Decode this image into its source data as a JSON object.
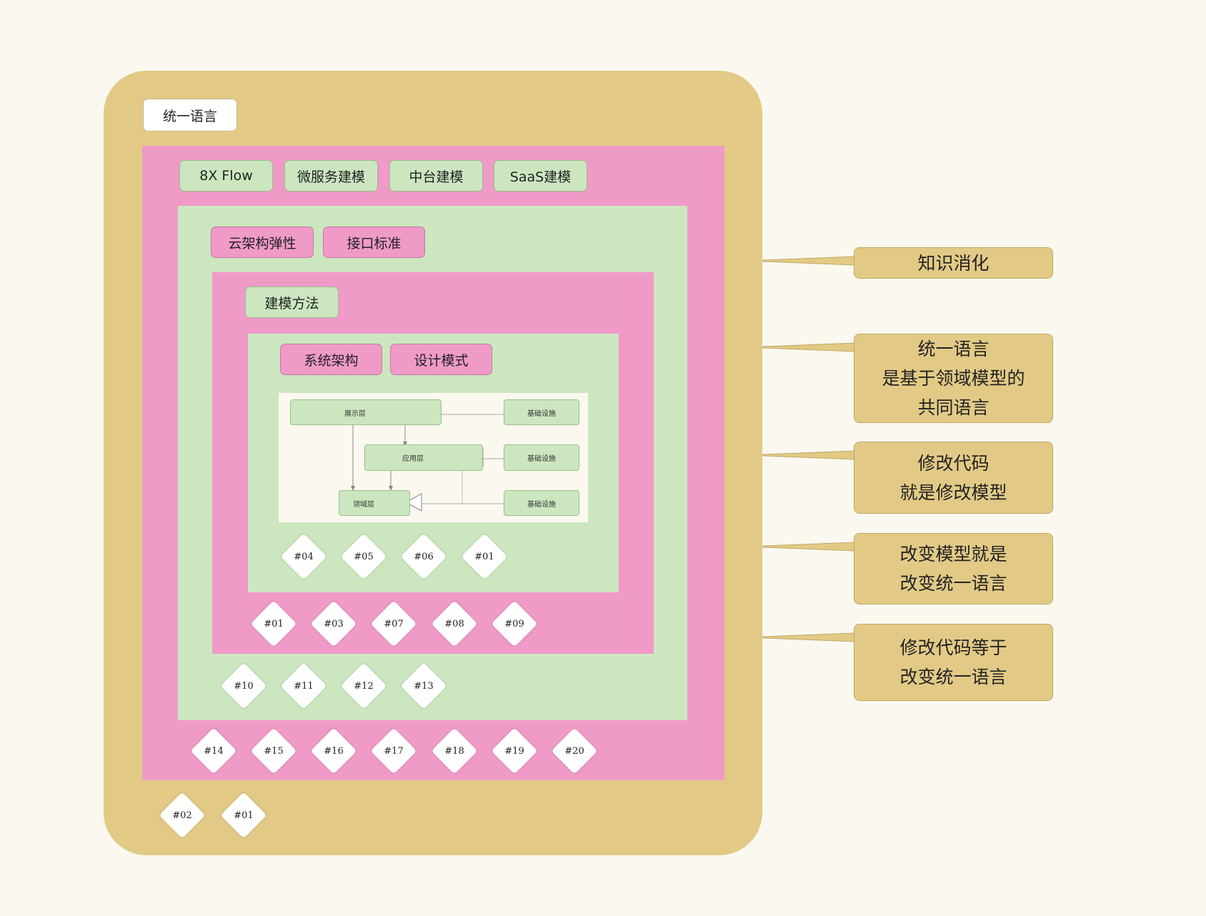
{
  "outer_label": "统一语言",
  "level1_tags": [
    "8X Flow",
    "微服务建模",
    "中台建模",
    "SaaS建模"
  ],
  "level2_tags": [
    "云架构弹性",
    "接口标准"
  ],
  "level3_tag": "建模方法",
  "level4_tags": [
    "系统架构",
    "设计模式"
  ],
  "arch_diagram": {
    "layers": [
      "展示层",
      "应用层",
      "领域层"
    ],
    "infra": [
      "基础设施",
      "基础设施",
      "基础设施"
    ]
  },
  "markers_level4": [
    "#04",
    "#05",
    "#06",
    "#01"
  ],
  "markers_level3": [
    "#01",
    "#03",
    "#07",
    "#08",
    "#09"
  ],
  "markers_level2": [
    "#10",
    "#11",
    "#12",
    "#13"
  ],
  "markers_level1": [
    "#14",
    "#15",
    "#16",
    "#17",
    "#18",
    "#19",
    "#20"
  ],
  "markers_outer": [
    "#02",
    "#01"
  ],
  "notes": [
    [
      "知识消化"
    ],
    [
      "统一语言",
      "是基于领域模型的",
      "共同语言"
    ],
    [
      "修改代码",
      "就是修改模型"
    ],
    [
      "改变模型就是",
      "改变统一语言"
    ],
    [
      "修改代码等于",
      "改变统一语言"
    ]
  ],
  "colors": {
    "outer": "#e2ca86",
    "pink": "#f09ac8",
    "green": "#cce7c0",
    "background": "#fbf8ef"
  }
}
